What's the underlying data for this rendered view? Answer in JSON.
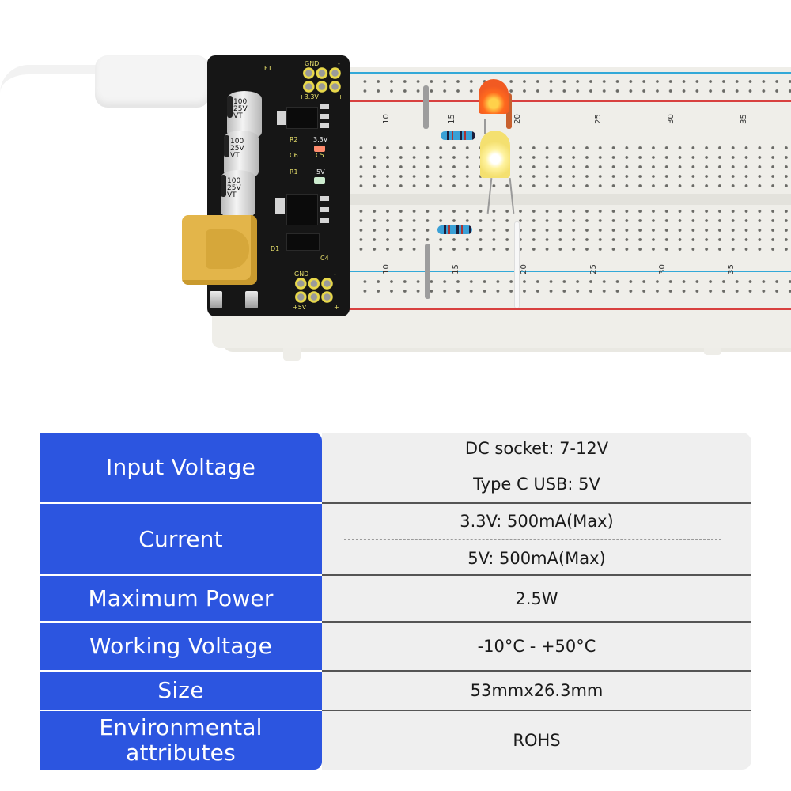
{
  "photo": {
    "description": "Breadboard power supply module on breadboard with Type-C USB cable, DC jack, LEDs and resistors",
    "capacitor_label": [
      "100",
      "25V",
      "VT"
    ],
    "pcb_labels": {
      "top_header_gnd": "GND",
      "top_header_minus": "-",
      "top_header_voltage": "+3.3V",
      "top_header_plus": "+",
      "bottom_header_gnd": "GND",
      "bottom_header_minus": "-",
      "bottom_header_voltage": "+5V",
      "bottom_header_plus": "+",
      "led_33": "3.3V",
      "led_5": "5V",
      "r1": "R1",
      "r2": "R2",
      "c4": "C4",
      "c5": "C5",
      "c6": "C6",
      "d1": "D1",
      "f1": "F1"
    },
    "breadboard_numbers_top": [
      "10",
      "15",
      "20",
      "25",
      "30",
      "35"
    ],
    "breadboard_numbers_bottom": [
      "10",
      "15",
      "20",
      "25",
      "30",
      "35"
    ],
    "colors": {
      "rail_blue": "#33a9d8",
      "rail_red": "#d8403f",
      "pcb": "#161616",
      "dc_jack": "#e3b54a",
      "led_red": "#f15a22",
      "led_yellow": "#f4e070"
    }
  },
  "spec_table": {
    "colors": {
      "label_bg": "#2c55e0",
      "value_bg": "#efefef",
      "label_text": "#ffffff",
      "value_text": "#1a1a1a"
    },
    "rows": [
      {
        "label": "Input Voltage",
        "values": [
          "DC socket: 7-12V",
          "Type C USB: 5V"
        ]
      },
      {
        "label": "Current",
        "values": [
          "3.3V: 500mA(Max)",
          "5V: 500mA(Max)"
        ]
      },
      {
        "label": "Maximum Power",
        "values": [
          "2.5W"
        ]
      },
      {
        "label": "Working Voltage",
        "values": [
          "-10°C - +50°C"
        ]
      },
      {
        "label": "Size",
        "values": [
          "53mmx26.3mm"
        ]
      },
      {
        "label": "Environmental attributes",
        "values": [
          "ROHS"
        ]
      }
    ]
  }
}
